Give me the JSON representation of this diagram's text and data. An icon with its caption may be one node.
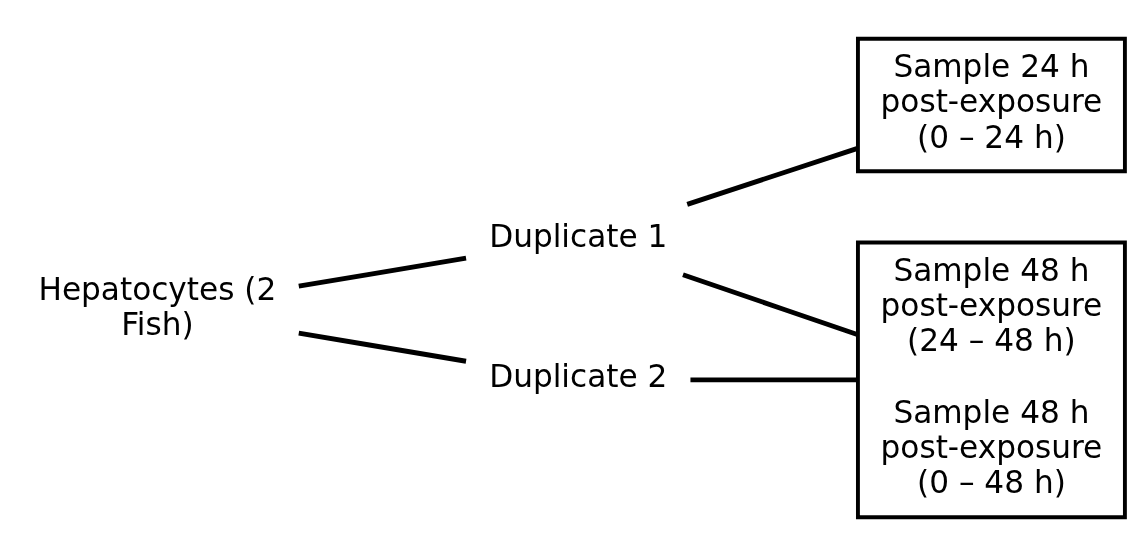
{
  "diagram": {
    "nodes": [
      {
        "text": [
          "Hepatocytes (2 Fish)"
        ]
      },
      {
        "text": [
          "Duplicate 1"
        ]
      },
      {
        "text": [
          "Duplicate 2"
        ]
      },
      {
        "text": [
          "Sample 24 h post-exposure (0 – 24 h)"
        ]
      },
      {
        "text": [
          "Sample 48 h post-exposure (24 – 48 h)",
          "Sample 48 h post-exposure (0 – 48 h)"
        ]
      }
    ],
    "edges": [
      {
        "from": 0,
        "to": 1,
        "arrow": "none"
      },
      {
        "from": 0,
        "to": 2,
        "arrow": "none"
      },
      {
        "from": 1,
        "to": 3,
        "arrow": "none"
      },
      {
        "from": 1,
        "to": 4,
        "arrow": "none"
      },
      {
        "from": 2,
        "to": 4,
        "arrow": "none"
      }
    ]
  }
}
